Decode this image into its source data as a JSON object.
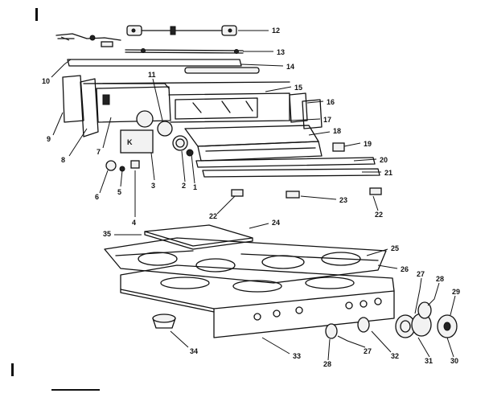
{
  "callouts": {
    "c1": "1",
    "c2": "2",
    "c3": "3",
    "c4": "4",
    "c5": "5",
    "c6": "6",
    "c7": "7",
    "c8": "8",
    "c9": "9",
    "c10": "10",
    "c11": "11",
    "c12": "12",
    "c13": "13",
    "c14": "14",
    "c15": "15",
    "c16": "16",
    "c17": "17",
    "c18": "18",
    "c19": "19",
    "c20": "20",
    "c21": "21",
    "c22a": "22",
    "c22b": "22",
    "c23": "23",
    "c24": "24",
    "c25": "25",
    "c26": "26",
    "c27a": "27",
    "c27b": "27",
    "c28a": "28",
    "c28b": "28",
    "c29": "29",
    "c30": "30",
    "c31": "31",
    "c32": "32",
    "c33": "33",
    "c34": "34",
    "c35": "35"
  },
  "colors": {
    "ink": "#111111",
    "paper": "#ffffff"
  }
}
